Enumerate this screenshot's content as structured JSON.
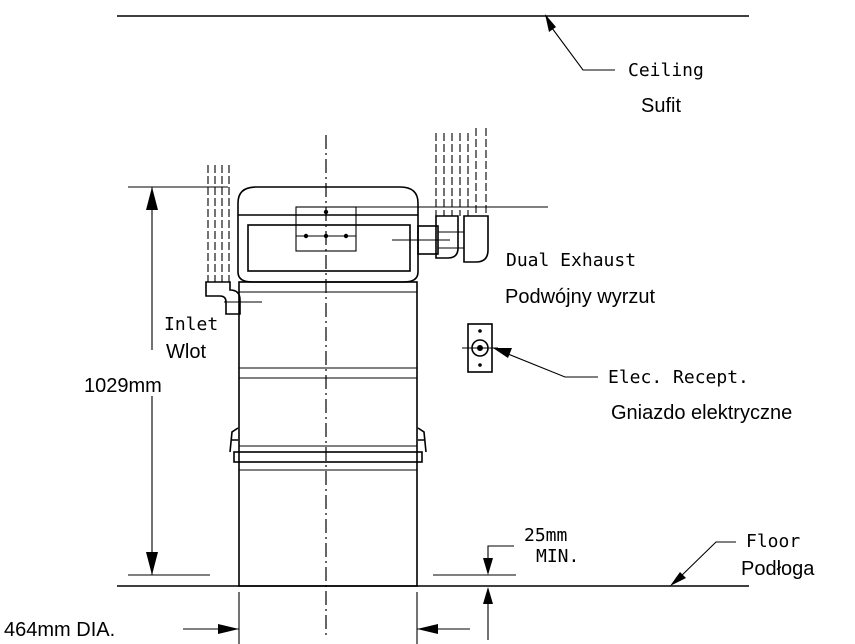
{
  "labels": {
    "ceiling_en": "Ceiling",
    "ceiling_pl": "Sufit",
    "exhaust_en": "Dual Exhaust",
    "exhaust_pl": "Podwójny wyrzut",
    "inlet_en": "Inlet",
    "inlet_pl": "Wlot",
    "height": "1029mm",
    "recept_en": "Elec. Recept.",
    "recept_pl": "Gniazdo elektryczne",
    "clearance_value": "25mm",
    "clearance_note": "MIN.",
    "floor_en": "Floor",
    "floor_pl": "Podłoga",
    "diameter": "464mm DIA."
  }
}
